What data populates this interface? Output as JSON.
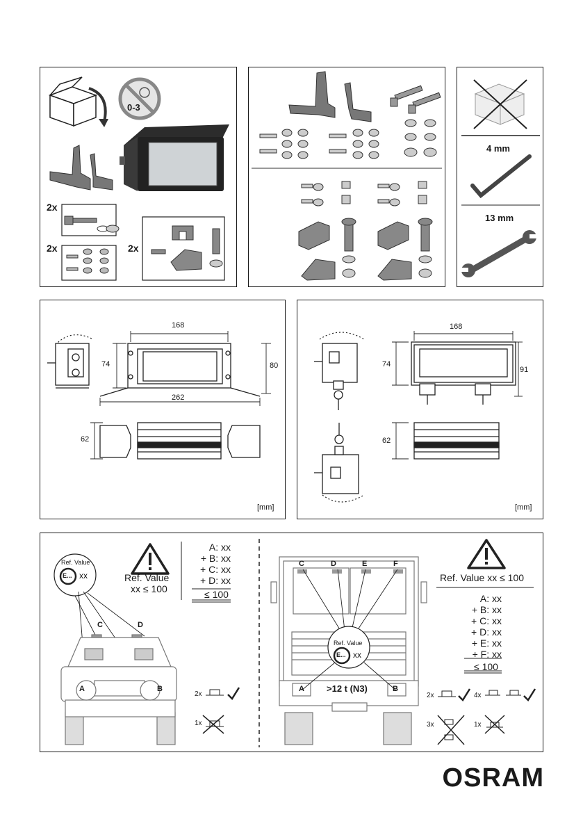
{
  "package": {
    "age_label": "0-3",
    "qty_bolts": "2x",
    "qty_washers": "2x",
    "qty_clamp": "2x"
  },
  "tools": {
    "allen_key": "4 mm",
    "wrench": "13 mm"
  },
  "dims_left": {
    "width_top": "168",
    "height_left": "74",
    "height_right": "80",
    "width_bottom": "262",
    "height_front": "62",
    "unit": "[mm]"
  },
  "dims_right": {
    "width_top": "168",
    "height_left": "74",
    "height_right": "91",
    "height_front": "62",
    "unit": "[mm]"
  },
  "regulation_car": {
    "ref_label": "Ref. Value",
    "ref_circle_label": "Ref. Value",
    "circle_mark": "E...",
    "circle_value": "xx",
    "ref_value_line": "Ref. Value",
    "ref_value_sub": "xx ≤ 100",
    "sum_lines": [
      "A: xx",
      "+ B: xx",
      "+ C: xx",
      "+ D: xx"
    ],
    "total": "≤ 100",
    "points": [
      "A",
      "B",
      "C",
      "D"
    ],
    "ok_label": "2x",
    "bad_label": "1x"
  },
  "regulation_truck": {
    "ref_value_line": "Ref. Value xx ≤ 100",
    "circle_label": "Ref. Value",
    "circle_mark": "E...",
    "circle_value": "xx",
    "sum_lines": [
      "A: xx",
      "+ B: xx",
      "+ C: xx",
      "+ D: xx",
      "+ E: xx",
      "+ F: xx"
    ],
    "total": "≤ 100",
    "points_top": [
      "C",
      "D",
      "E",
      "F"
    ],
    "point_a": "A",
    "point_b": "B",
    "weight_label": ">12 t (N3)",
    "ok2_label": "2x",
    "ok4_label": "4x",
    "bad3_label": "3x",
    "bad1_label": "1x"
  },
  "brand": "OSRAM"
}
